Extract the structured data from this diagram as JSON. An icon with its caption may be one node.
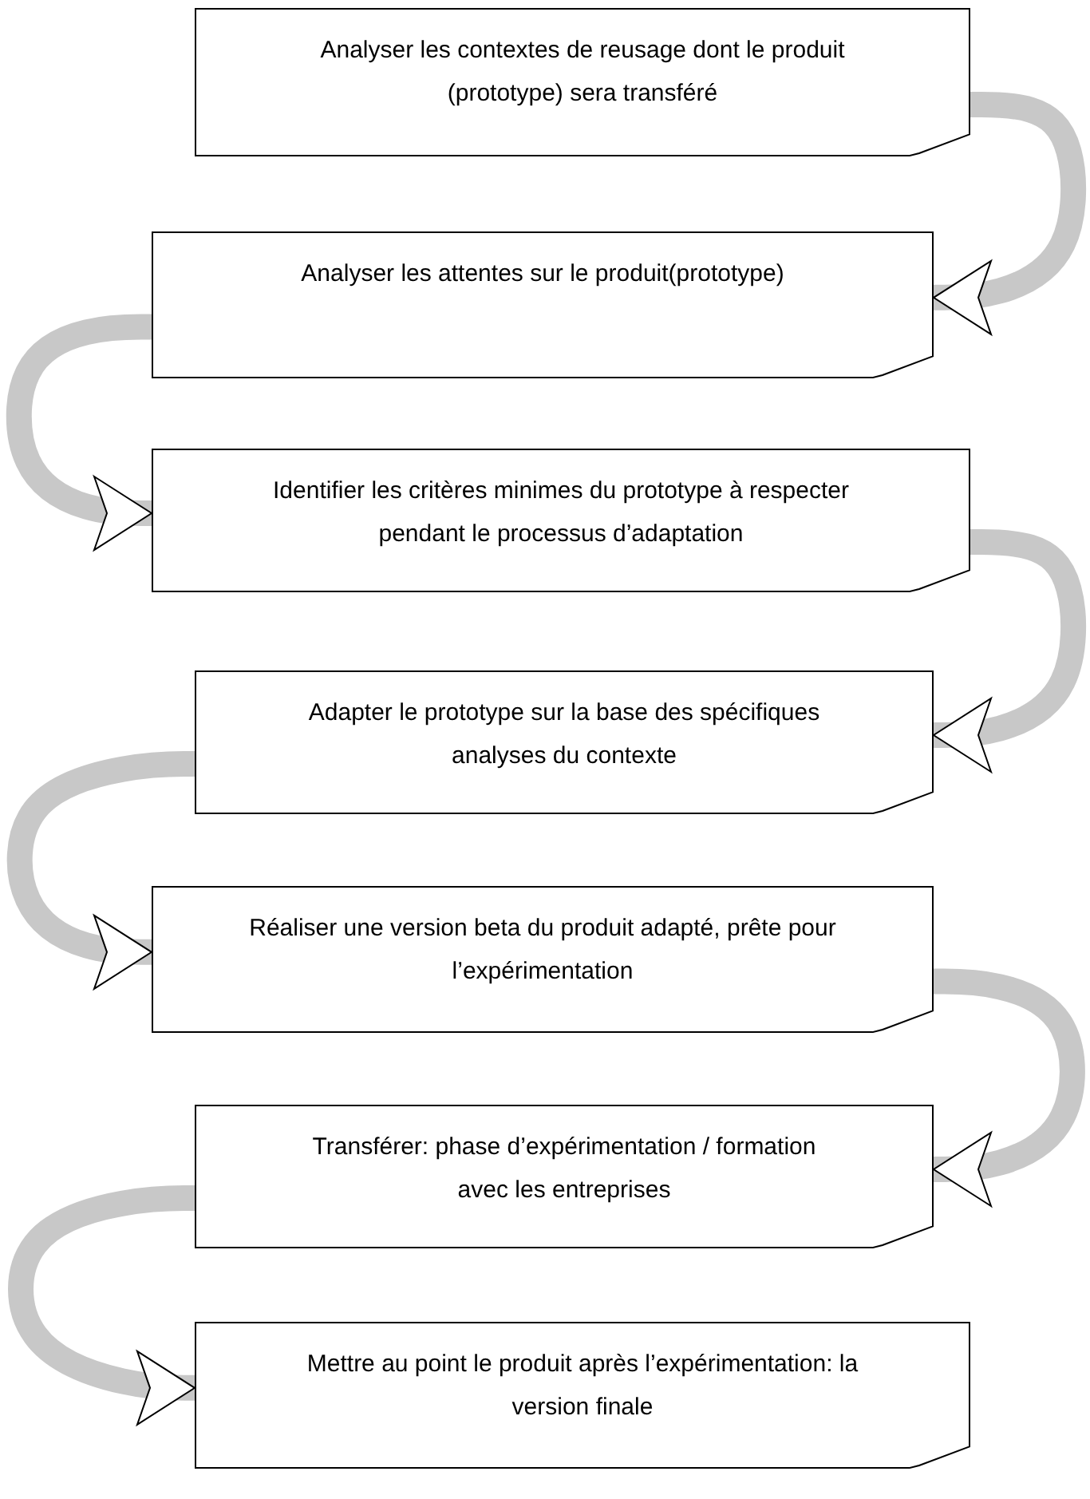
{
  "diagram": {
    "nodes": [
      {
        "text": [
          "Analyser les contextes de reusage dont le produit (prototype) sera transféré"
        ]
      },
      {
        "text": [
          "Analyser les attentes sur le produit(prototype)"
        ]
      },
      {
        "text": [
          "Identifier les critères minimes du prototype à respecter pendant le processus d’adaptation"
        ]
      },
      {
        "text": [
          "Adapter le prototype sur la base des spécifiques analyses du contexte"
        ]
      },
      {
        "text": [
          "Réaliser une version beta du produit adapté, prête pour l’expérimentation"
        ]
      },
      {
        "text": [
          "Transférer: phase d’expérimentation / formation avec les entreprises"
        ]
      },
      {
        "text": [
          "Mettre au point le produit après l’expérimentation: la version finale"
        ]
      }
    ],
    "edges": [
      {
        "from": 0,
        "to": 1,
        "arrow": "to"
      },
      {
        "from": 1,
        "to": 2,
        "arrow": "to"
      },
      {
        "from": 2,
        "to": 3,
        "arrow": "to"
      },
      {
        "from": 3,
        "to": 4,
        "arrow": "to"
      },
      {
        "from": 4,
        "to": 5,
        "arrow": "to"
      },
      {
        "from": 5,
        "to": 6,
        "arrow": "to"
      }
    ]
  }
}
